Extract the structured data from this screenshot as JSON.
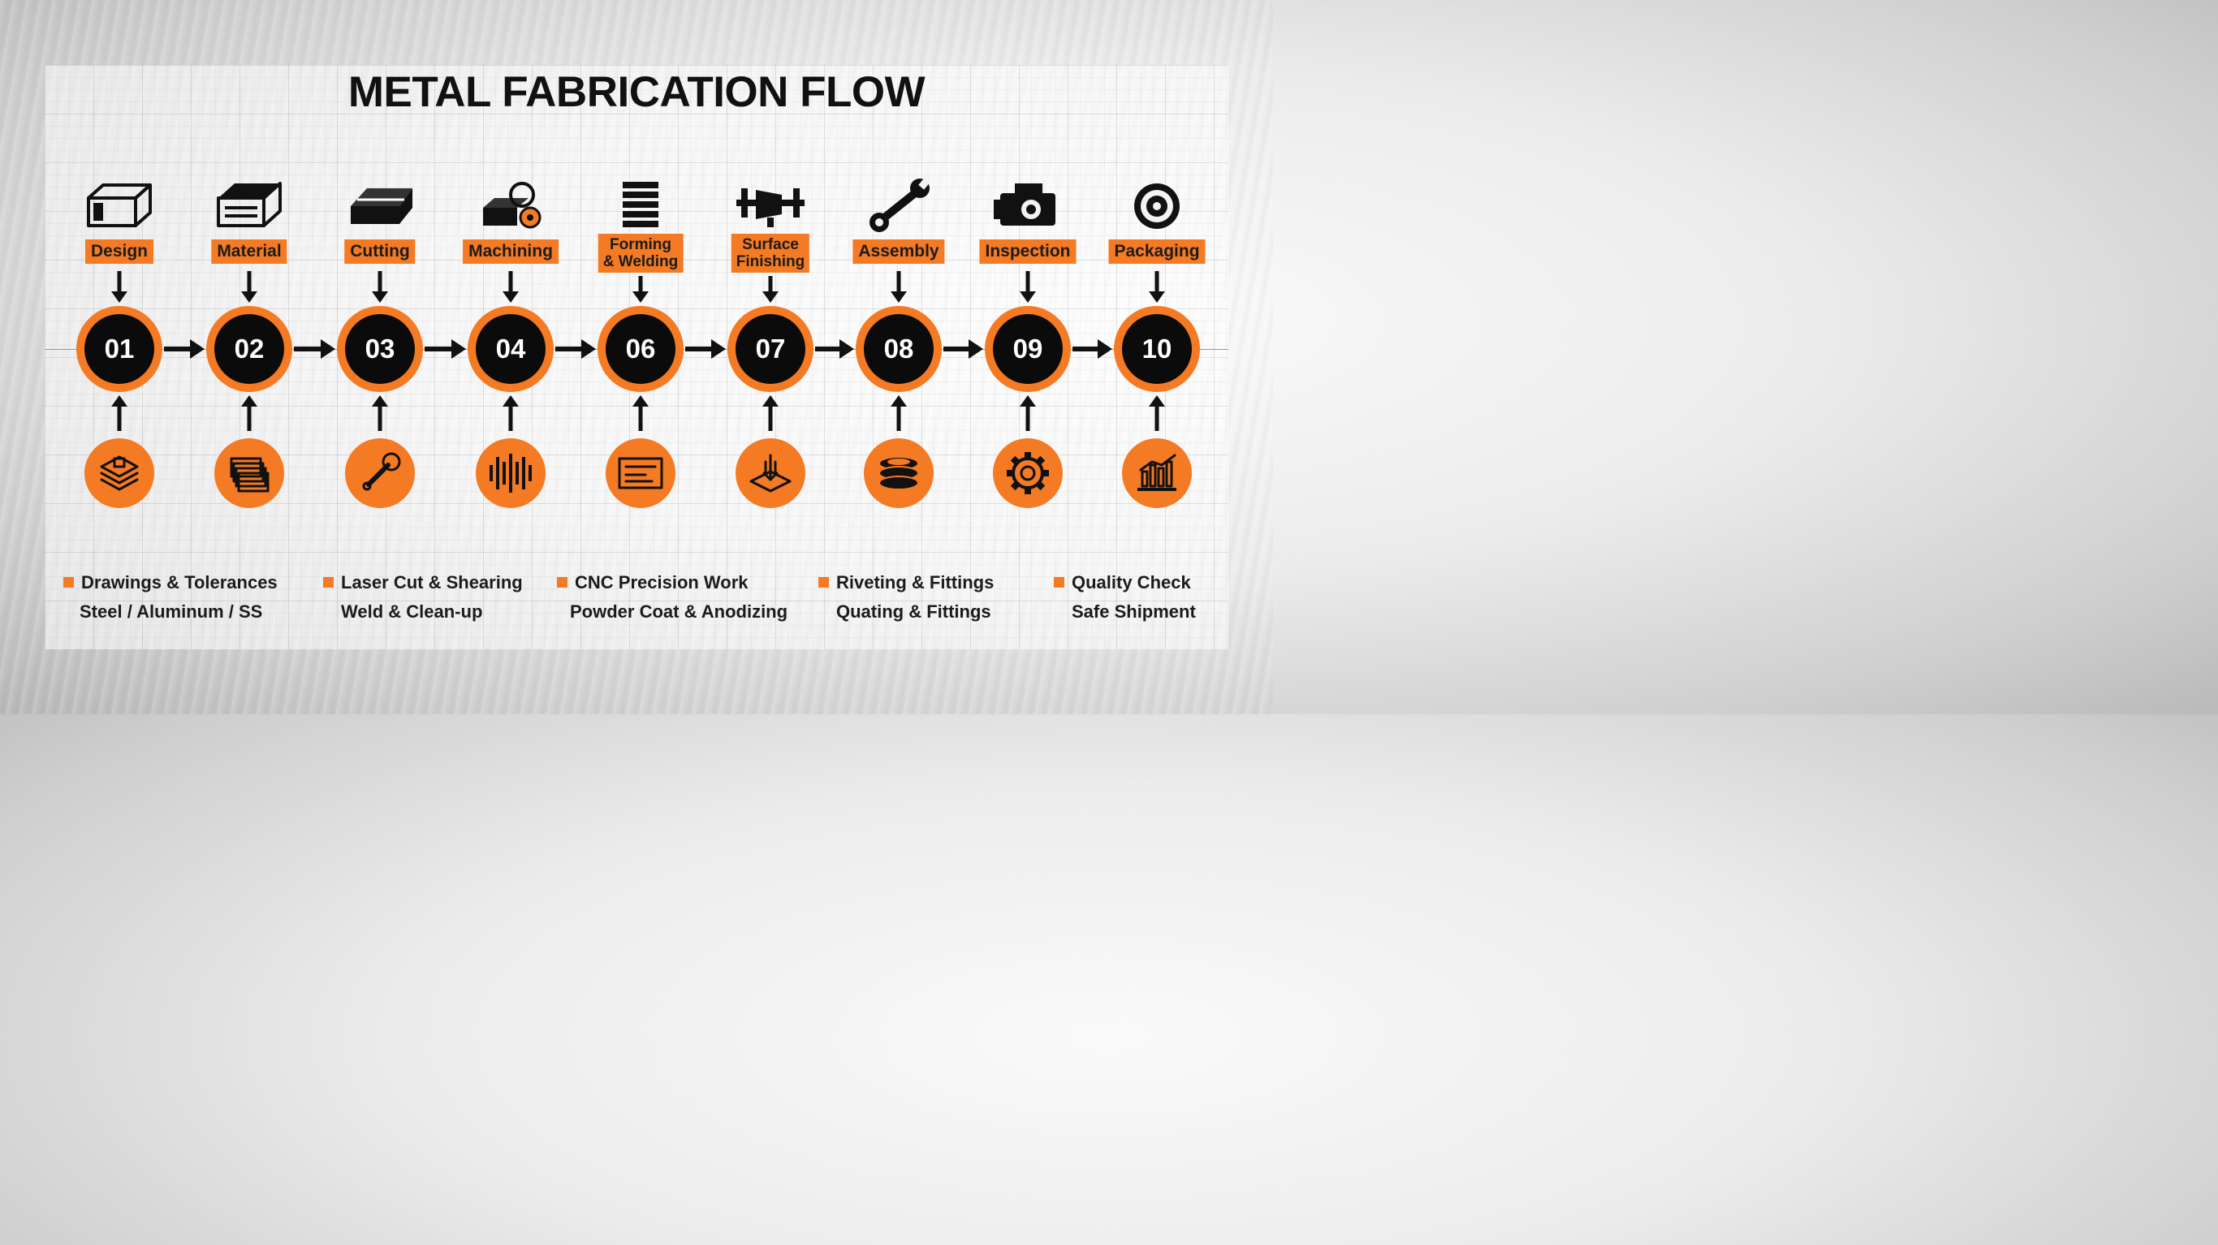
{
  "title": "METAL FABRICATION FLOW",
  "colors": {
    "accent": "#f47a23",
    "circle_fill": "#0b0b0b",
    "ink": "#111111"
  },
  "steps": [
    {
      "number": "01",
      "label": "Design",
      "top_icon": "box-outline-icon",
      "bottom_icon": "layers-icon"
    },
    {
      "number": "02",
      "label": "Material",
      "top_icon": "sheet-stock-icon",
      "bottom_icon": "stacked-sheets-icon"
    },
    {
      "number": "03",
      "label": "Cutting",
      "top_icon": "metal-bar-icon",
      "bottom_icon": "wrench-icon"
    },
    {
      "number": "04",
      "label": "Machining",
      "top_icon": "machine-block-icon",
      "bottom_icon": "waveform-icon"
    },
    {
      "number": "06",
      "label": "Forming\n& Welding",
      "top_icon": "stacked-plates-icon",
      "bottom_icon": "panel-icon"
    },
    {
      "number": "07",
      "label": "Surface\nFinishing",
      "top_icon": "grinder-icon",
      "bottom_icon": "press-icon"
    },
    {
      "number": "08",
      "label": "Assembly",
      "top_icon": "open-wrench-icon",
      "bottom_icon": "coin-stack-icon"
    },
    {
      "number": "09",
      "label": "Inspection",
      "top_icon": "camera-icon",
      "bottom_icon": "gear-icon"
    },
    {
      "number": "10",
      "label": "Packaging",
      "top_icon": "ring-icon",
      "bottom_icon": "bar-chart-icon"
    }
  ],
  "notes": [
    {
      "line1": "Drawings & Tolerances",
      "line2": "Steel / Aluminum / SS"
    },
    {
      "line1": "Laser Cut & Shearing",
      "line2": "Weld & Clean-up"
    },
    {
      "line1": "CNC Precision Work",
      "line2": "Powder Coat & Anodizing"
    },
    {
      "line1": "Riveting & Fittings",
      "line2": "Quating & Fittings"
    },
    {
      "line1": "Quality Check",
      "line2": "Safe Shipment"
    }
  ]
}
